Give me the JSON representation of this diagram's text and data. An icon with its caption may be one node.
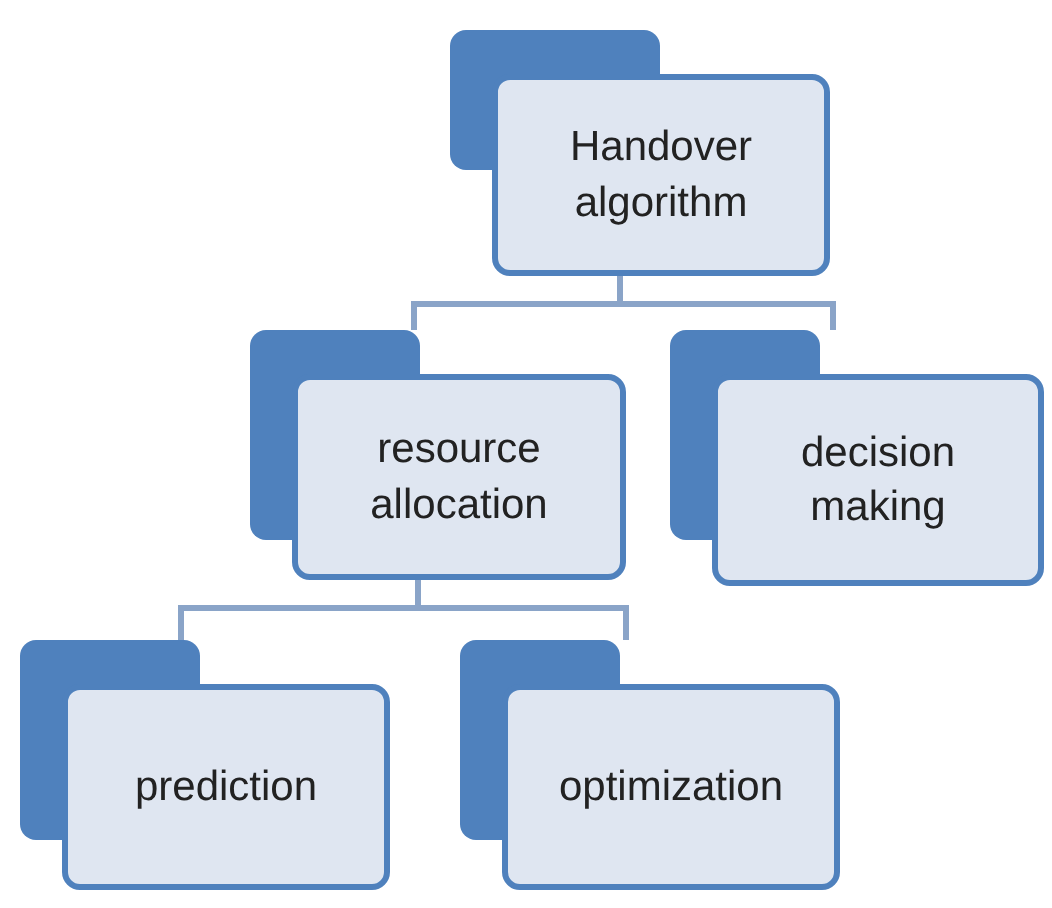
{
  "diagram": {
    "nodes": [
      {
        "text": [
          "Handover algorithm"
        ]
      },
      {
        "text": [
          "resource allocation"
        ]
      },
      {
        "text": [
          "decision making"
        ]
      },
      {
        "text": [
          "prediction"
        ]
      },
      {
        "text": [
          "optimization"
        ]
      }
    ],
    "edges": [
      {
        "from": 0,
        "to": 1,
        "arrow": "none"
      },
      {
        "from": 0,
        "to": 2,
        "arrow": "none"
      },
      {
        "from": 1,
        "to": 3,
        "arrow": "none"
      },
      {
        "from": 1,
        "to": 4,
        "arrow": "none"
      }
    ]
  }
}
